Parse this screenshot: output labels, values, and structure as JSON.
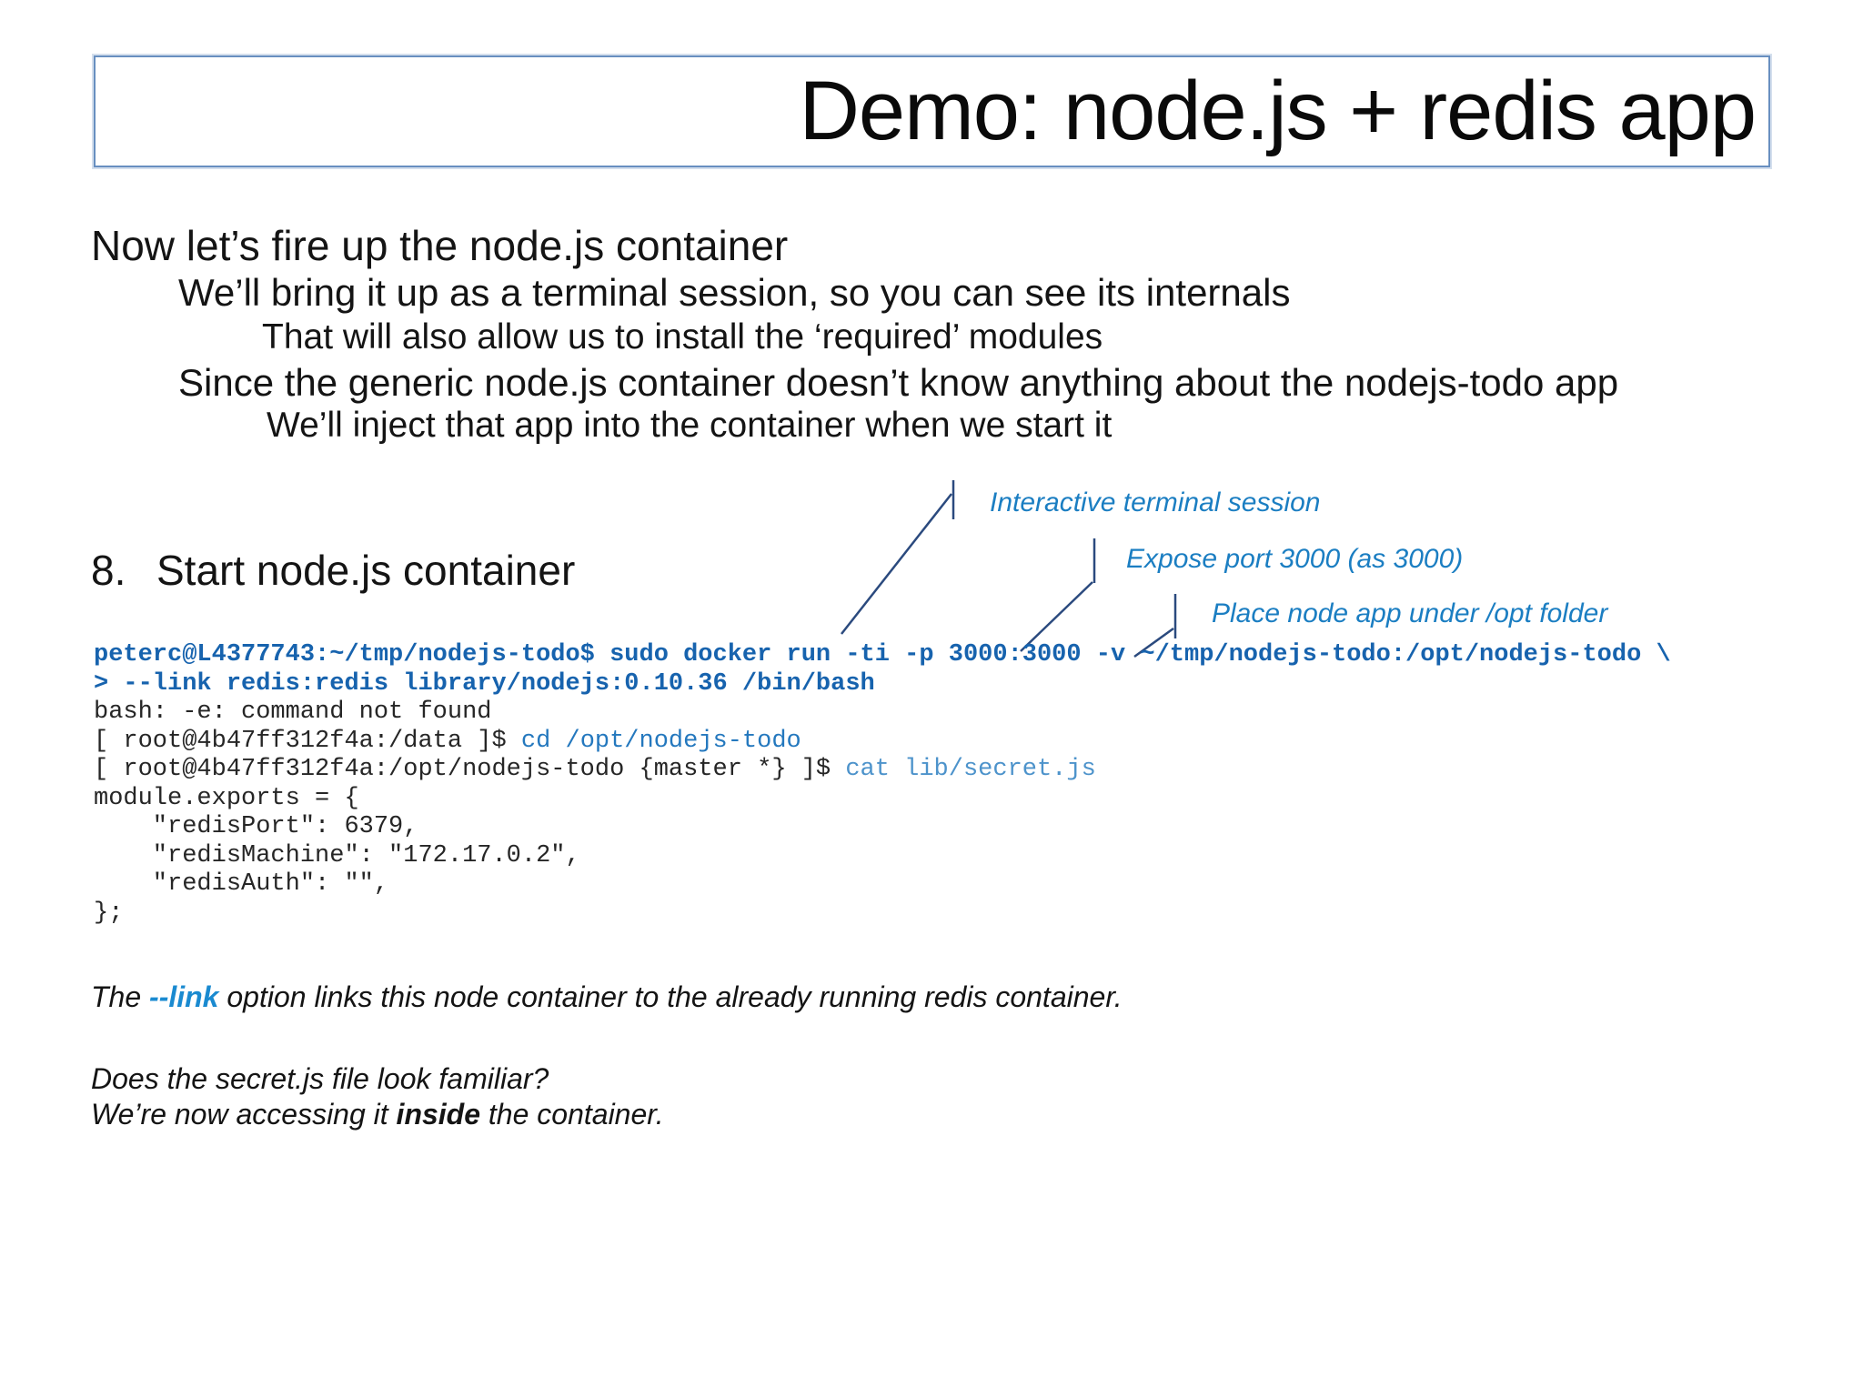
{
  "slide": {
    "title": "Demo: node.js + redis app",
    "colors": {
      "title_border": "#688fc0",
      "command_blue": "#1763ae",
      "cd_blue": "#2478be",
      "cat_blue": "#4d93cb",
      "callout_text_blue": "#1b7ec2",
      "callout_line_blue": "#2b4a7e",
      "link_highlight_blue": "#1a8ad0",
      "body_text": "#141414"
    }
  },
  "bullets": [
    {
      "level": 1,
      "text": "Now let’s fire up the node.js container"
    },
    {
      "level": 2,
      "text": "We’ll bring it up as a terminal session, so you can see its internals"
    },
    {
      "level": 3,
      "text": "That will also allow us to install the ‘required’ modules"
    },
    {
      "level": 2,
      "text": "Since the generic node.js container doesn’t know anything about the nodejs-todo app"
    },
    {
      "level": 3,
      "text": "We’ll inject that app into the container when we start it"
    }
  ],
  "step": {
    "number": "8.",
    "label": "Start node.js container"
  },
  "callouts": [
    {
      "label": "Interactive terminal session"
    },
    {
      "label": "Expose port 3000 (as 3000)"
    },
    {
      "label": "Place node app under /opt folder"
    }
  ],
  "terminal": {
    "lines": [
      {
        "segments": [
          {
            "text": "peterc@L4377743:~/tmp/nodejs-todo$ sudo docker run -ti -p 3000:3000 -v ~/tmp/nodejs-todo:/opt/nodejs-todo \\",
            "style": "cmd"
          }
        ]
      },
      {
        "segments": [
          {
            "text": "> --link redis:redis library/nodejs:0.10.36 /bin/bash",
            "style": "cmd"
          }
        ]
      },
      {
        "segments": [
          {
            "text": "bash: -e: command not found",
            "style": "out"
          }
        ]
      },
      {
        "segments": [
          {
            "text": "[ root@4b47ff312f4a:/data ]$ ",
            "style": "out"
          },
          {
            "text": "cd /opt/nodejs-todo",
            "style": "cmd2"
          }
        ]
      },
      {
        "segments": [
          {
            "text": "[ root@4b47ff312f4a:/opt/nodejs-todo {master *} ]$ ",
            "style": "out"
          },
          {
            "text": "cat lib/secret.js",
            "style": "cmd3"
          }
        ]
      },
      {
        "segments": [
          {
            "text": "module.exports = {",
            "style": "out"
          }
        ]
      },
      {
        "segments": [
          {
            "text": "    \"redisPort\": 6379,",
            "style": "out"
          }
        ]
      },
      {
        "segments": [
          {
            "text": "    \"redisMachine\": \"172.17.0.2\",",
            "style": "out"
          }
        ]
      },
      {
        "segments": [
          {
            "text": "    \"redisAuth\": \"\",",
            "style": "out"
          }
        ]
      },
      {
        "segments": [
          {
            "text": "};",
            "style": "out"
          }
        ]
      }
    ]
  },
  "notes": {
    "para1": [
      {
        "text": "The ",
        "style": "it"
      },
      {
        "text": "--link",
        "style": "it-link"
      },
      {
        "text": " option links this node container to the already running redis container.",
        "style": "it"
      }
    ],
    "para2_line1": [
      {
        "text": "Does the secret.js file look familiar?",
        "style": "it"
      }
    ],
    "para2_line2": [
      {
        "text": "We’re now accessing it ",
        "style": "it"
      },
      {
        "text": "inside",
        "style": "it-bold"
      },
      {
        "text": " the container.",
        "style": "it"
      }
    ]
  }
}
